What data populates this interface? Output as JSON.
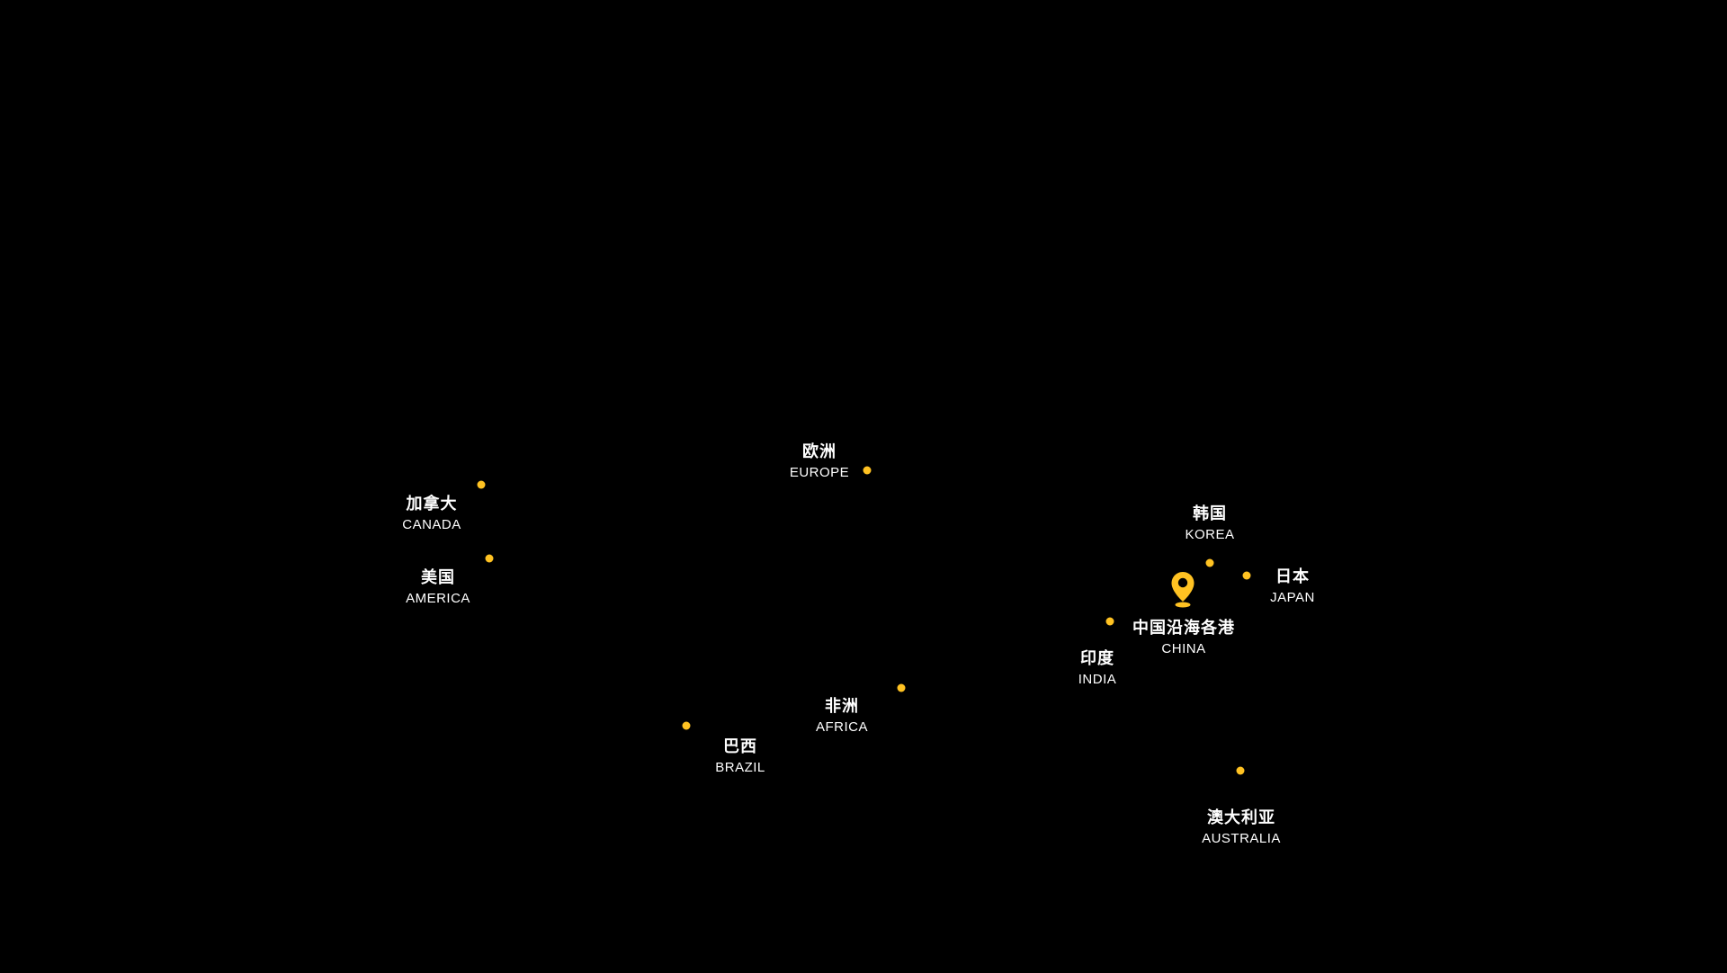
{
  "page": {
    "background_color": "#000000"
  },
  "map": {
    "marker_color": "#FFC222",
    "label_color": "#FFFFFF",
    "highlight_marker": "location-pin",
    "ports": [
      {
        "id": "canada",
        "name_cn": "加拿大",
        "name_en": "CANADA"
      },
      {
        "id": "america",
        "name_cn": "美国",
        "name_en": "AMERICA"
      },
      {
        "id": "europe",
        "name_cn": "欧洲",
        "name_en": "EUROPE"
      },
      {
        "id": "korea",
        "name_cn": "韩国",
        "name_en": "KOREA"
      },
      {
        "id": "japan",
        "name_cn": "日本",
        "name_en": "JAPAN"
      },
      {
        "id": "china",
        "name_cn": "中国沿海各港",
        "name_en": "CHINA"
      },
      {
        "id": "india",
        "name_cn": "印度",
        "name_en": "INDIA"
      },
      {
        "id": "africa",
        "name_cn": "非洲",
        "name_en": "AFRICA"
      },
      {
        "id": "brazil",
        "name_cn": "巴西",
        "name_en": "BRAZIL"
      },
      {
        "id": "australia",
        "name_cn": "澳大利亚",
        "name_en": "AUSTRALIA"
      }
    ]
  }
}
